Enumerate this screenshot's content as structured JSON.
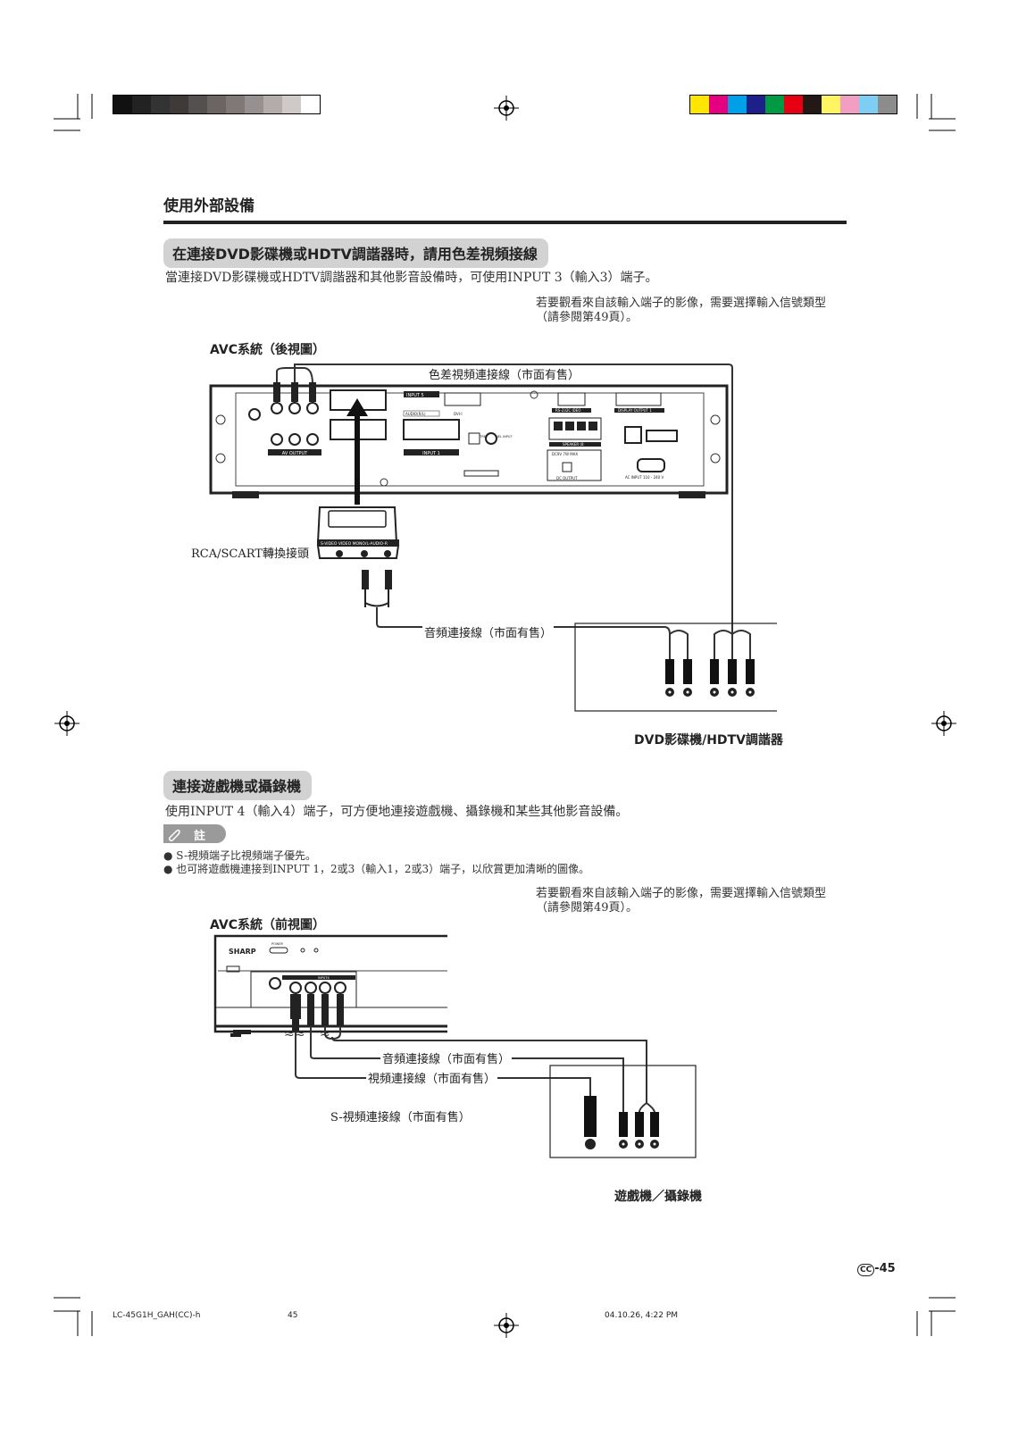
{
  "header": {
    "section_title": "使用外部設備"
  },
  "section1": {
    "heading": "在連接DVD影碟機或HDTV調諧器時，請用色差視頻接線",
    "intro": "當連接DVD影碟機或HDTV調諧器和其他影音設備時，可使用INPUT  3（輸入3）端子。",
    "note_line1": "若要觀看來自該輸入端子的影像，需要選擇輸入信號類型",
    "note_line2": "（請參閱第49頁）。",
    "diagram_title": "AVC系統（後視圖）",
    "cable_component": "色差視頻連接線（市面有售）",
    "adapter_label": "RCA/SCART轉換接頭",
    "cable_audio": "音頻連接線（市面有售）",
    "device_label": "DVD影碟機/HDTV調諧器"
  },
  "section2": {
    "heading": "連接遊戲機或攝錄機",
    "intro": "使用INPUT  4（輸入4）端子，可方便地連接遊戲機、攝錄機和某些其他影音設備。",
    "note_badge": "註",
    "bullets": [
      "S-視頻端子比視頻端子優先。",
      "也可將遊戲機連接到INPUT  1，2或3（輸入1，2或3）端子，以欣賞更加清晰的圖像。"
    ],
    "note_line1": "若要觀看來自該輸入端子的影像，需要選擇輸入信號類型",
    "note_line2": "（請參閱第49頁）。",
    "diagram_title": "AVC系統（前視圖）",
    "cable_audio": "音頻連接線（市面有售）",
    "cable_video": "視頻連接線（市面有售）",
    "cable_svideo": "S-視頻連接線（市面有售）",
    "device_label": "遊戲機／攝錄機"
  },
  "rear_panel_labels": {
    "input5": "INPUT 5",
    "audio": "AUDIO(R/L)",
    "dvi": "DVI-I",
    "rs232": "RS-232C IDEO",
    "display_output": "DISPLAY OUTPUT 1",
    "av_output": "AV OUTPUT",
    "input1": "INPUT 1",
    "speaker": "SPEAKER (8",
    "dc_output": "DC OUTPUT",
    "ac_input": "AC INPUT 110 - 240 V",
    "centre": "CENTRE CHANNEL INPUT",
    "dcv": "DC9V 7W MAX",
    "adapter_ports": "S-VIDEO   VIDEO   MONO/L-AUDIO-R"
  },
  "front_panel_labels": {
    "brand": "SHARP",
    "power": "POWER",
    "input4": "INPUT4"
  },
  "footer": {
    "page_badge": "CC",
    "page_number": "-45",
    "file_name": "LC-45G1H_GAH(CC)-h",
    "sheet": "45",
    "timestamp": "04.10.26, 4:22 PM"
  },
  "colors": {
    "gray_bar": [
      "#111111",
      "#222222",
      "#333333",
      "#3f3a38",
      "#555050",
      "#6b6462",
      "#7f7876",
      "#979090",
      "#b3acab",
      "#cfc9c8",
      "#ffffff"
    ],
    "color_bar": [
      "#ffe600",
      "#e4007f",
      "#00a0e9",
      "#1d2088",
      "#009944",
      "#e60012",
      "#231815",
      "#fff462",
      "#f19ec2",
      "#7ecef4",
      "#8c8c8c"
    ]
  }
}
